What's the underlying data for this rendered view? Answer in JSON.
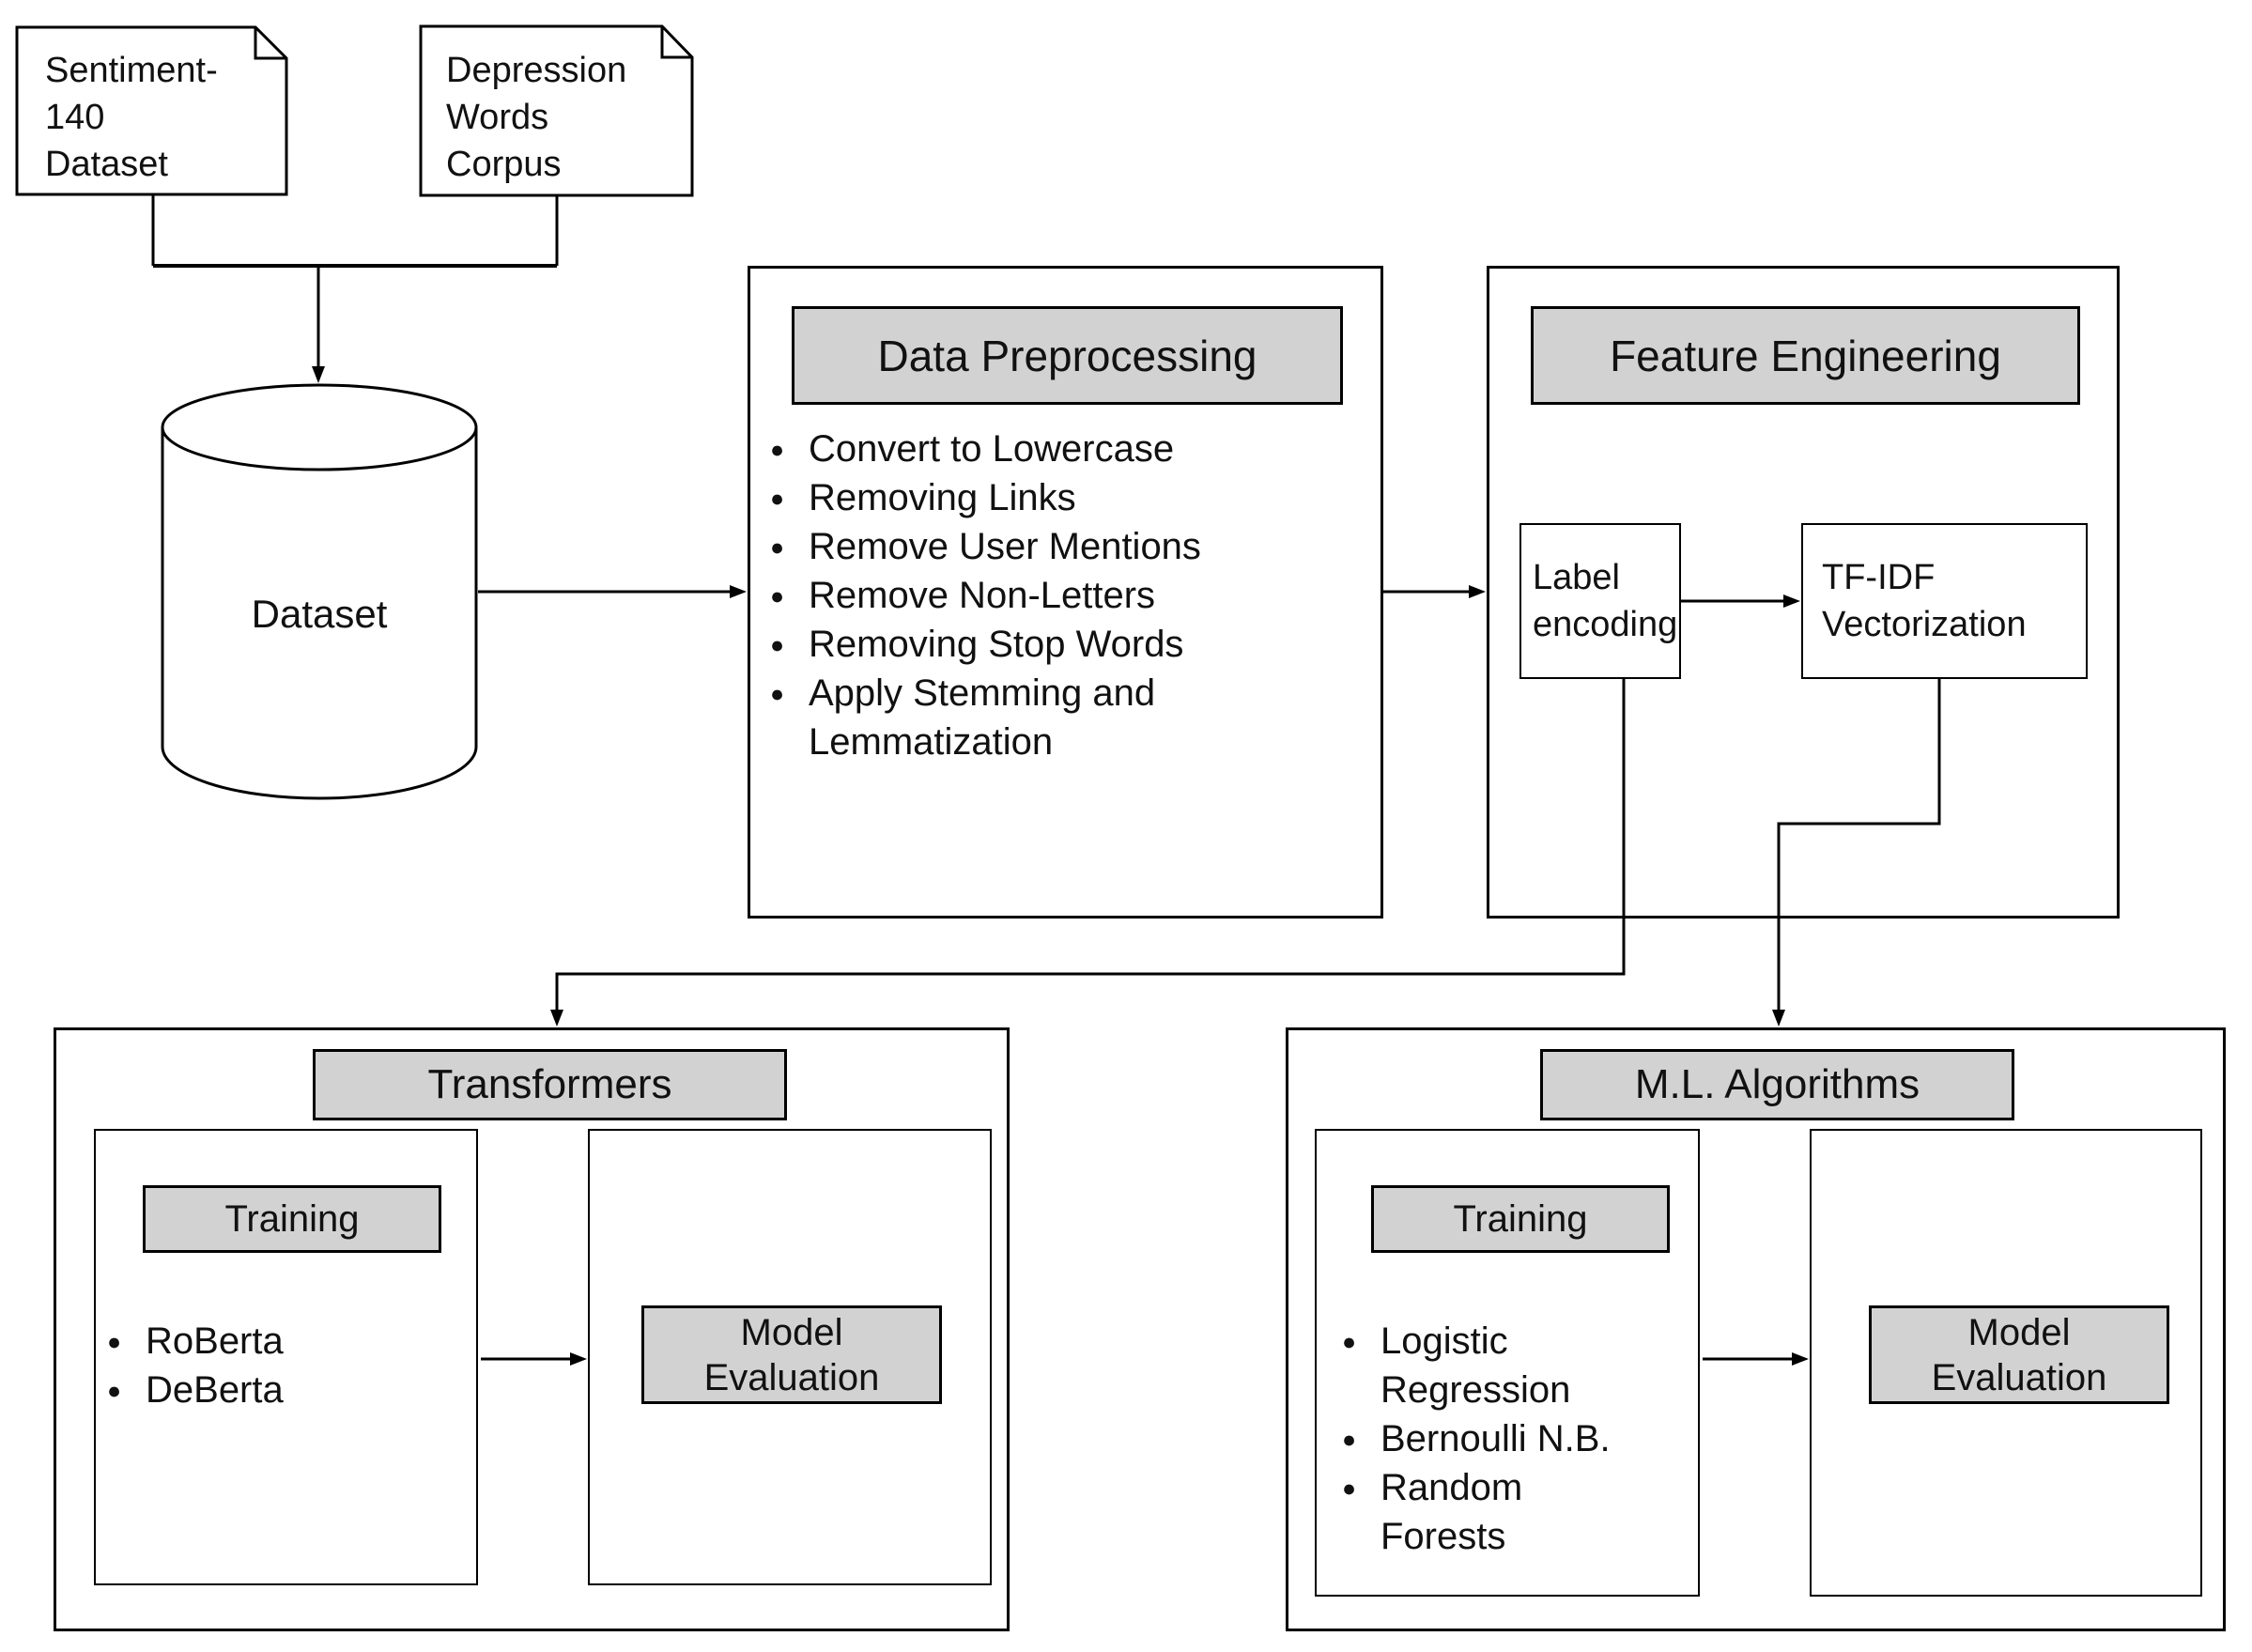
{
  "colors": {
    "header_fill": "#d2d2d2",
    "line_color": "#000000",
    "background": "#ffffff"
  },
  "sources": {
    "sentiment_doc": "Sentiment-\n140\nDataset",
    "depression_doc": "Depression\nWords\nCorpus"
  },
  "dataset": {
    "label": "Dataset"
  },
  "preprocessing": {
    "title": "Data Preprocessing",
    "items": [
      "Convert to Lowercase",
      "Removing Links",
      "Remove User Mentions",
      "Remove Non-Letters",
      "Removing Stop Words",
      "Apply Stemming and Lemmatization"
    ]
  },
  "feature_engineering": {
    "title": "Feature Engineering",
    "label_encoding": "Label\nencoding",
    "tfidf": "TF-IDF\nVectorization"
  },
  "transformers": {
    "title": "Transformers",
    "training_title": "Training",
    "models": [
      "RoBerta",
      "DeBerta"
    ],
    "evaluation": "Model\nEvaluation"
  },
  "ml_algorithms": {
    "title": "M.L. Algorithms",
    "training_title": "Training",
    "models": [
      "Logistic Regression",
      "Bernoulli N.B.",
      "Random Forests"
    ],
    "evaluation": "Model\nEvaluation"
  }
}
